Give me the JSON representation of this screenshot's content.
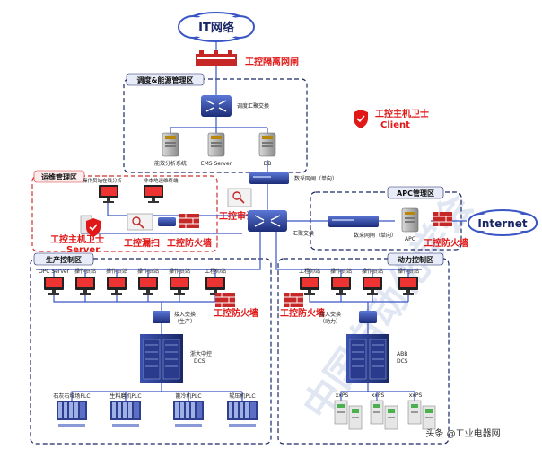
{
  "title": "",
  "cloud_it": "IT网络",
  "cloud_internet": "Internet",
  "isolation_gateway": "工控隔离网闸",
  "host_guard_client_l1": "工控主机卫士",
  "host_guard_client_l2": "Client",
  "host_guard_server_l1": "工控主机卫士",
  "host_guard_server_l2": "Server",
  "leak_scan": "工控漏扫",
  "firewall": "工控防火墙",
  "audit": "工控审计",
  "zones": {
    "energy": "调度&能源管理区",
    "ops": "运维管理区",
    "apc": "APC管理区",
    "prod": "生产控制区",
    "power": "动力控制区"
  },
  "energy": {
    "switch": "调度汇聚交换",
    "servers": [
      "能效分析系统",
      "EMS Server",
      "DB"
    ]
  },
  "ops": {
    "station1": "操作员站在线分析",
    "station2": "非本地运维终端"
  },
  "core": {
    "gateway": "数采网闸（单向）",
    "switch": "汇聚交换"
  },
  "apc": {
    "gateway": "数采网闸（单向）",
    "pc": "APC"
  },
  "prod": {
    "stations": [
      "OPC Server",
      "操作员站",
      "操作员站",
      "操作员站",
      "操作员站",
      "工程师站"
    ],
    "switch_l1": "接入交换",
    "switch_l2": "（生产）",
    "dcs_l1": "浙大中控",
    "dcs_l2": "DCS",
    "plcs": [
      "石灰石堆场PLC",
      "生料磨机PLC",
      "篦冷机PLC",
      "辊压机PLC"
    ]
  },
  "power": {
    "stations": [
      "工程师站",
      "操作员站",
      "操作员站",
      "操作员站"
    ],
    "switch_l1": "接入交换",
    "switch_l2": "（动力）",
    "dcs_l1": "ABB",
    "dcs_l2": "DCS",
    "ups": [
      "xxPS",
      "xxPS",
      "xxPS"
    ]
  },
  "watermark_text": "中国自动化学会",
  "credit": "头条 @工业电器网",
  "colors": {
    "accent_red": "#e01818",
    "device_blue": "#2c3e8f",
    "line_blue": "#3a55c4"
  }
}
